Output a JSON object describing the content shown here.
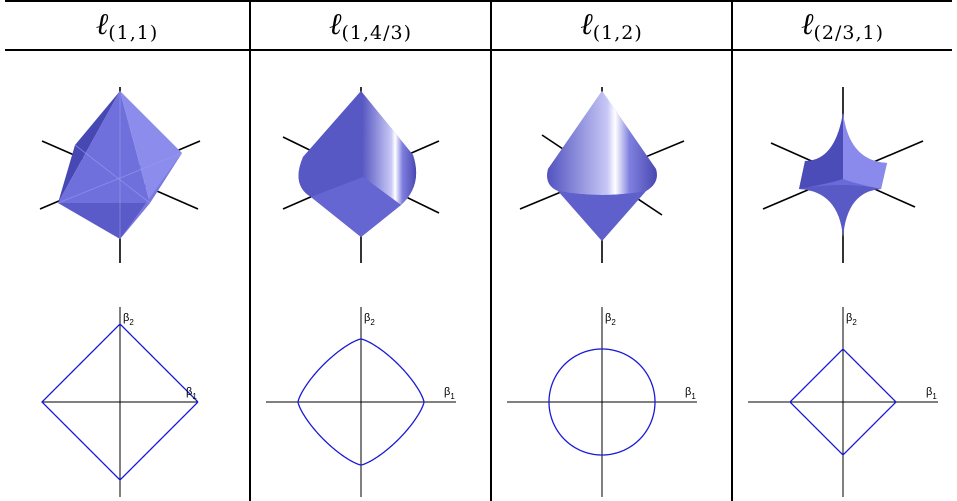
{
  "columns": [
    {
      "symbol": "ℓ",
      "subscript": "(1,1)",
      "p": 1,
      "q": 1
    },
    {
      "symbol": "ℓ",
      "subscript": "(1,4/3)",
      "p": 1,
      "q": 1.3333
    },
    {
      "symbol": "ℓ",
      "subscript": "(1,2)",
      "p": 1,
      "q": 2
    },
    {
      "symbol": "ℓ",
      "subscript": "(2/3,1)",
      "p": 0.6667,
      "q": 1
    }
  ],
  "axes": {
    "x_label": "β",
    "x_sub": "1",
    "y_label": "β",
    "y_sub": "2"
  },
  "colors": {
    "curve": "#1a1ad6",
    "surface": "#6a6ae0",
    "surface_light": "#b8b8f2",
    "surface_dark": "#3a3aa8",
    "grid": "#000000"
  }
}
